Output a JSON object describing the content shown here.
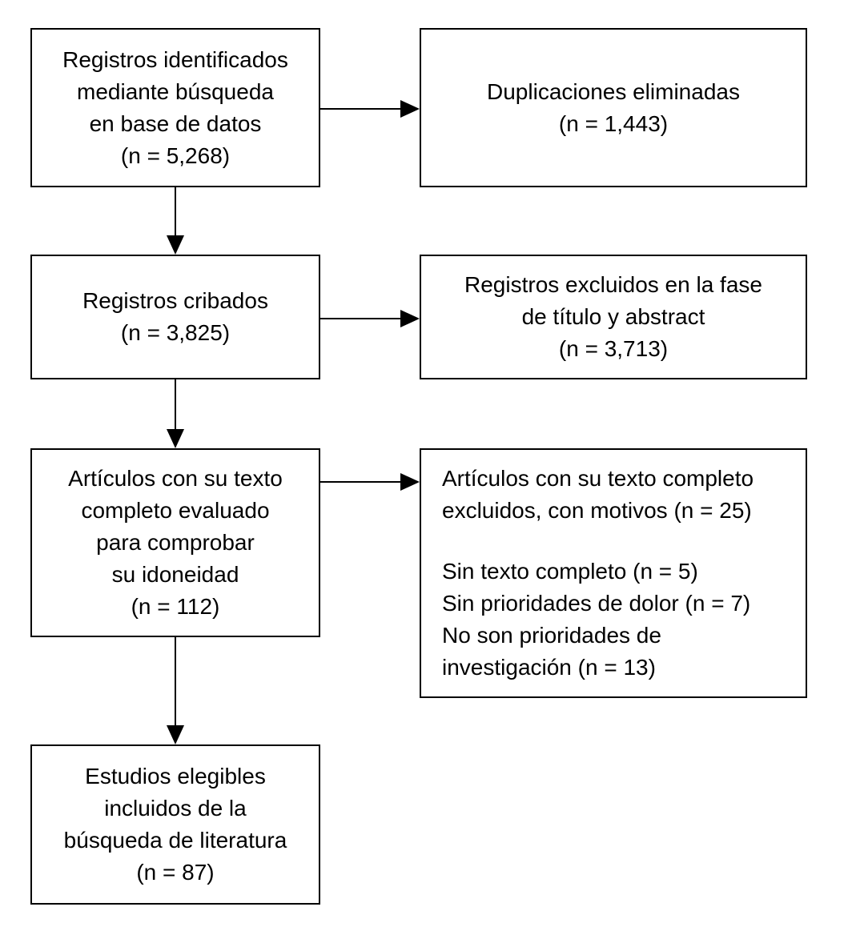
{
  "boxes": {
    "identified": {
      "lines": [
        "Registros identificados",
        "mediante búsqueda",
        "en base de datos",
        "(n = 5,268)"
      ]
    },
    "duplicates": {
      "lines": [
        "Duplicaciones eliminadas",
        "(n = 1,443)"
      ]
    },
    "screened": {
      "lines": [
        "Registros cribados",
        "(n = 3,825)"
      ]
    },
    "excluded_title": {
      "lines": [
        "Registros excluidos en la fase",
        "de título y abstract",
        "(n = 3,713)"
      ]
    },
    "fulltext_assessed": {
      "lines": [
        "Artículos con su texto",
        "completo evaluado",
        "para comprobar",
        "su idoneidad",
        "(n = 112)"
      ]
    },
    "fulltext_excluded": {
      "heading_lines": [
        "Artículos con su texto completo",
        "excluidos, con motivos (n = 25)"
      ],
      "reason_lines": [
        "Sin texto completo (n = 5)",
        "Sin prioridades de dolor (n = 7)",
        "No son prioridades de",
        "investigación (n = 13)"
      ]
    },
    "included": {
      "lines": [
        "Estudios elegibles",
        "incluidos de la",
        "búsqueda de literatura",
        "(n = 87)"
      ]
    }
  }
}
